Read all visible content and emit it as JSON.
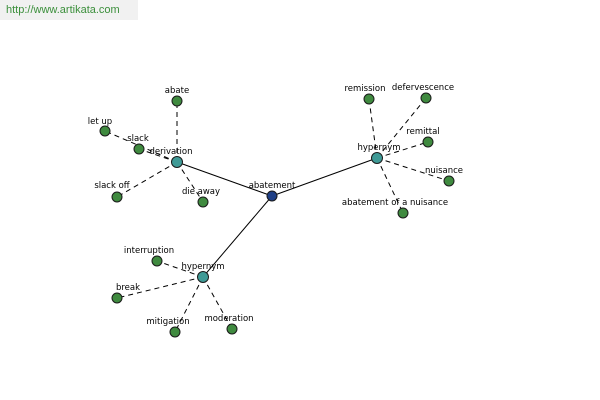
{
  "watermark": "http://www.artikata.com",
  "colors": {
    "root": "#1f3f86",
    "relation": "#3f9a96",
    "leaf": "#3f8a3f"
  },
  "nodes": [
    {
      "id": "abatement",
      "label": "abatement",
      "kind": "root"
    },
    {
      "id": "derivation",
      "label": "derivation",
      "kind": "relation"
    },
    {
      "id": "hypernym_right",
      "label": "hypernym",
      "kind": "relation"
    },
    {
      "id": "hypernym_bottom",
      "label": "hypernym",
      "kind": "relation"
    },
    {
      "id": "abate",
      "label": "abate",
      "kind": "leaf"
    },
    {
      "id": "let_up",
      "label": "let up",
      "kind": "leaf"
    },
    {
      "id": "slack",
      "label": "slack",
      "kind": "leaf"
    },
    {
      "id": "slack_off",
      "label": "slack off",
      "kind": "leaf"
    },
    {
      "id": "die_away",
      "label": "die away",
      "kind": "leaf"
    },
    {
      "id": "remission",
      "label": "remission",
      "kind": "leaf"
    },
    {
      "id": "defervescence",
      "label": "defervescence",
      "kind": "leaf"
    },
    {
      "id": "remittal",
      "label": "remittal",
      "kind": "leaf"
    },
    {
      "id": "nuisance",
      "label": "nuisance",
      "kind": "leaf"
    },
    {
      "id": "abatement_of_a_nuisance",
      "label": "abatement of a nuisance",
      "kind": "leaf"
    },
    {
      "id": "interruption",
      "label": "interruption",
      "kind": "leaf"
    },
    {
      "id": "break",
      "label": "break",
      "kind": "leaf"
    },
    {
      "id": "mitigation",
      "label": "mitigation",
      "kind": "leaf"
    },
    {
      "id": "moderation",
      "label": "moderation",
      "kind": "leaf"
    }
  ],
  "edges": [
    {
      "from": "abatement",
      "to": "derivation",
      "style": "solid"
    },
    {
      "from": "abatement",
      "to": "hypernym_right",
      "style": "solid"
    },
    {
      "from": "abatement",
      "to": "hypernym_bottom",
      "style": "solid"
    },
    {
      "from": "derivation",
      "to": "abate",
      "style": "dashed"
    },
    {
      "from": "derivation",
      "to": "let_up",
      "style": "dashed"
    },
    {
      "from": "derivation",
      "to": "slack",
      "style": "dashed"
    },
    {
      "from": "derivation",
      "to": "slack_off",
      "style": "dashed"
    },
    {
      "from": "derivation",
      "to": "die_away",
      "style": "dashed"
    },
    {
      "from": "hypernym_right",
      "to": "remission",
      "style": "dashed"
    },
    {
      "from": "hypernym_right",
      "to": "defervescence",
      "style": "dashed"
    },
    {
      "from": "hypernym_right",
      "to": "remittal",
      "style": "dashed"
    },
    {
      "from": "hypernym_right",
      "to": "nuisance",
      "style": "dashed"
    },
    {
      "from": "hypernym_right",
      "to": "abatement_of_a_nuisance",
      "style": "dashed"
    },
    {
      "from": "hypernym_bottom",
      "to": "interruption",
      "style": "dashed"
    },
    {
      "from": "hypernym_bottom",
      "to": "break",
      "style": "dashed"
    },
    {
      "from": "hypernym_bottom",
      "to": "mitigation",
      "style": "dashed"
    },
    {
      "from": "hypernym_bottom",
      "to": "moderation",
      "style": "dashed"
    }
  ]
}
